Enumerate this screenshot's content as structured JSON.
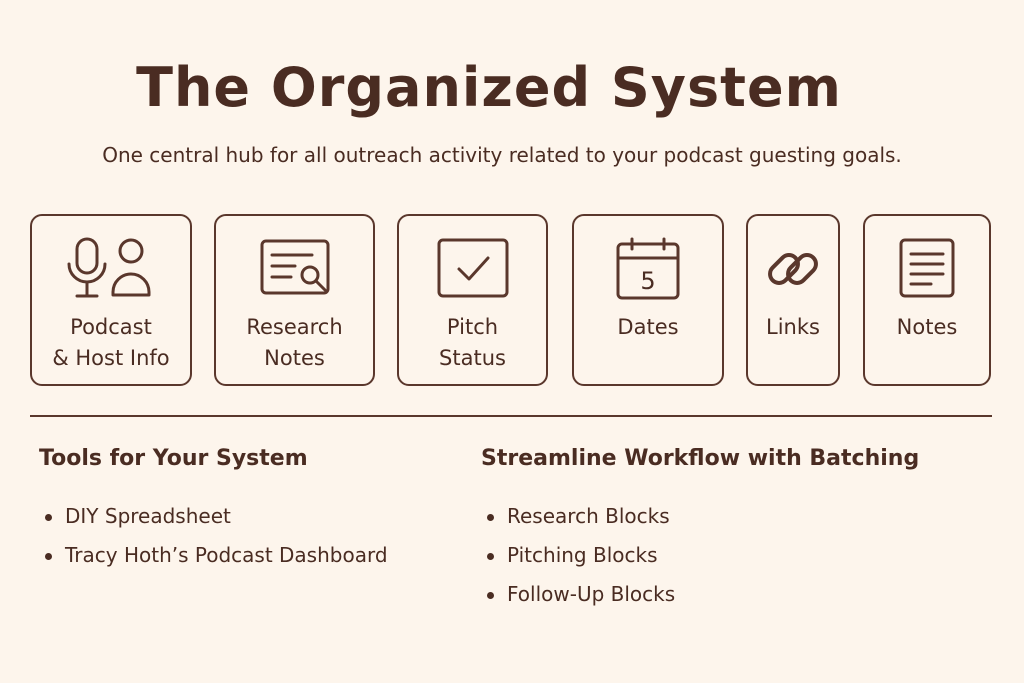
{
  "header": {
    "title": "The Organized System",
    "subtitle": "One central hub for all outreach activity related to your podcast guesting goals."
  },
  "cards": [
    {
      "icon": "microphone-person-icon",
      "label_line1": "Podcast",
      "label_line2": "& Host Info"
    },
    {
      "icon": "research-magnifier-icon",
      "label_line1": "Research",
      "label_line2": "Notes"
    },
    {
      "icon": "checkbox-icon",
      "label_line1": "Pitch",
      "label_line2": "Status"
    },
    {
      "icon": "calendar-icon",
      "label_line1": "Dates",
      "label_line2": "",
      "calendar_day": "5"
    },
    {
      "icon": "link-icon",
      "label_line1": "Links",
      "label_line2": ""
    },
    {
      "icon": "notes-icon",
      "label_line1": "Notes",
      "label_line2": ""
    }
  ],
  "tools": {
    "heading": "Tools for Your System",
    "items": [
      "DIY Spreadsheet",
      "Tracy Hoth’s Podcast Dashboard"
    ]
  },
  "workflow": {
    "heading": "Streamline Workflow with Batching",
    "items": [
      "Research Blocks",
      "Pitching Blocks",
      "Follow-Up Blocks"
    ]
  },
  "colors": {
    "background": "#fdf5ec",
    "ink": "#4a2c22"
  }
}
